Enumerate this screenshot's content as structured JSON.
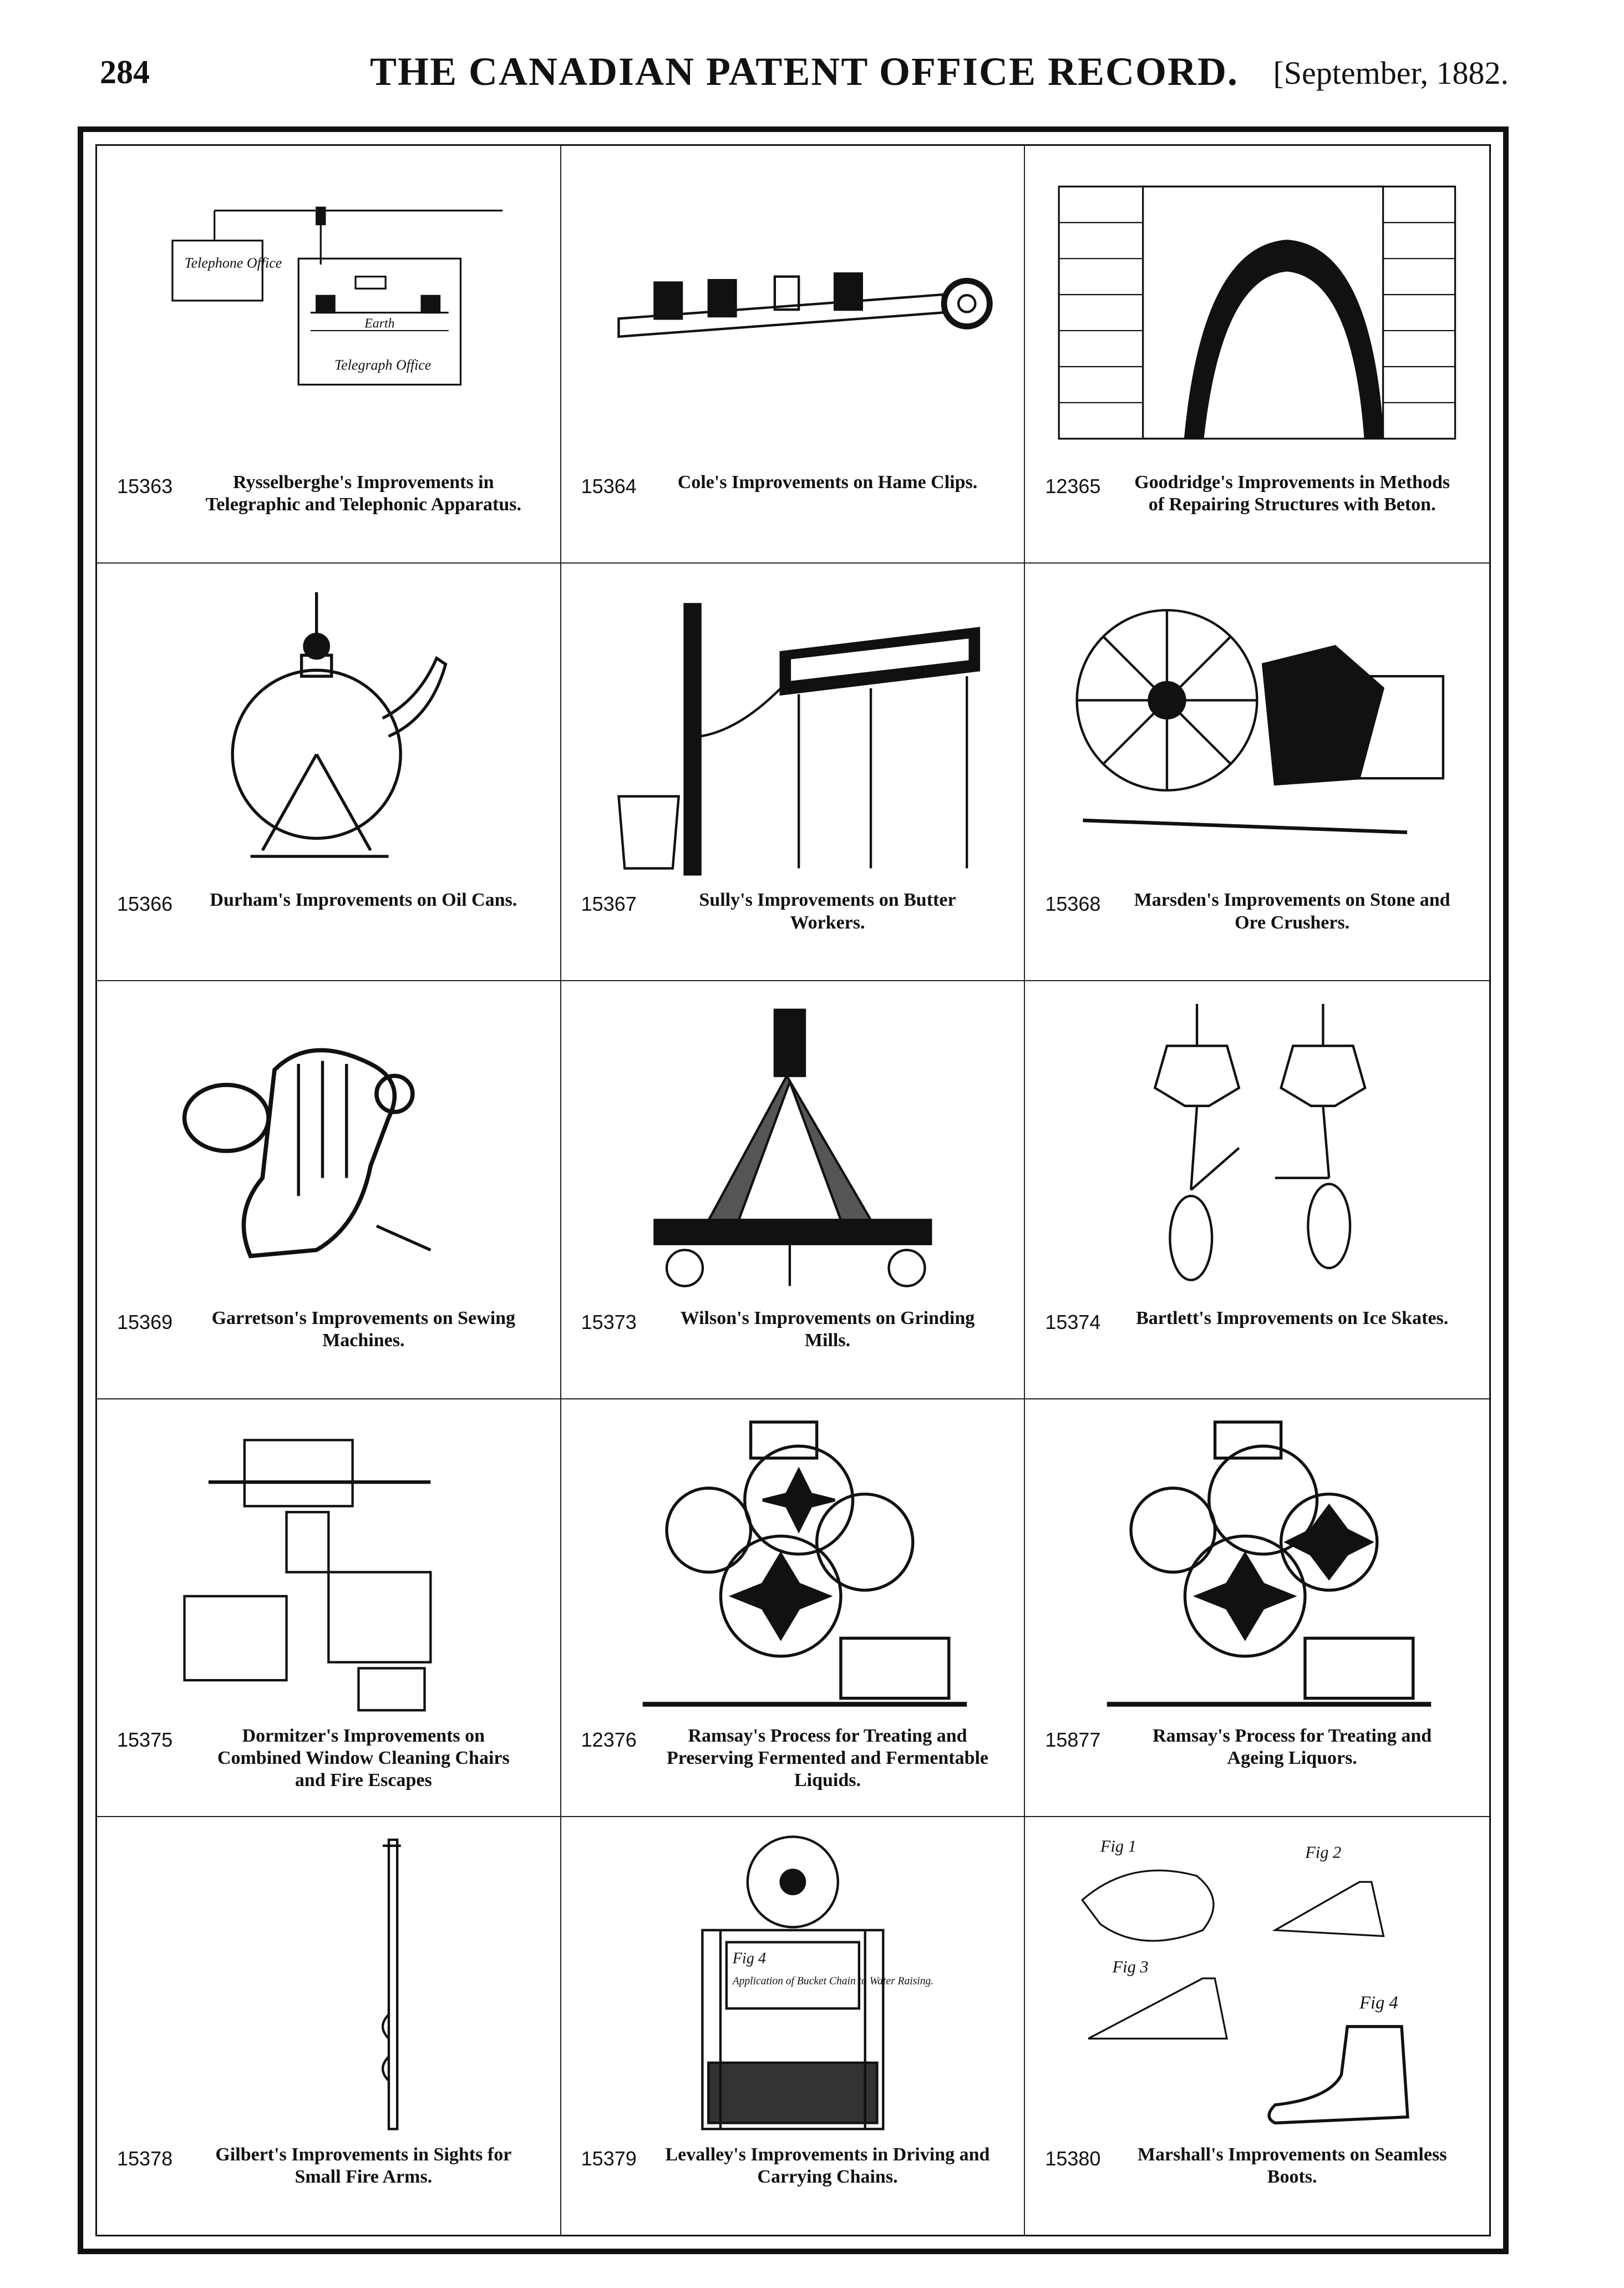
{
  "header": {
    "page_number": "284",
    "title": "THE CANADIAN PATENT OFFICE RECORD.",
    "date": "[September, 1882."
  },
  "entries": [
    {
      "number": "15363",
      "title": "Rysselberghe's Improvements in Telegraphic and Telephonic Apparatus.",
      "figure_labels": [
        "Telephone Office",
        "Earth",
        "Telegraph Office"
      ]
    },
    {
      "number": "15364",
      "title": "Cole's Improvements on Hame Clips."
    },
    {
      "number": "12365",
      "title": "Goodridge's Improvements in Methods of Repairing Structures with Beton."
    },
    {
      "number": "15366",
      "title": "Durham's Improvements on Oil Cans."
    },
    {
      "number": "15367",
      "title": "Sully's Improvements on Butter Workers."
    },
    {
      "number": "15368",
      "title": "Marsden's Improvements on Stone and Ore Crushers."
    },
    {
      "number": "15369",
      "title": "Garretson's Improvements on Sewing Machines."
    },
    {
      "number": "15373",
      "title": "Wilson's Improvements on Grinding Mills."
    },
    {
      "number": "15374",
      "title": "Bartlett's Improvements on Ice Skates."
    },
    {
      "number": "15375",
      "title": "Dormitzer's Improvements on Combined Window Cleaning Chairs and Fire Escapes"
    },
    {
      "number": "12376",
      "title": "Ramsay's Process for Treating and Preserving Fermented and Fermentable Liquids."
    },
    {
      "number": "15877",
      "title": "Ramsay's Process for Treating and Ageing Liquors."
    },
    {
      "number": "15378",
      "title": "Gilbert's Improvements in Sights for Small Fire Arms."
    },
    {
      "number": "15379",
      "title": "Levalley's Improvements in Driving and Carrying Chains.",
      "figure_labels": [
        "Fig 4",
        "Application of Bucket Chain to Water Raising."
      ]
    },
    {
      "number": "15380",
      "title": "Marshall's Improvements on Seamless Boots.",
      "figure_labels": [
        "Fig 1",
        "Fig 2",
        "Fig 3",
        "Fig 4"
      ]
    }
  ]
}
